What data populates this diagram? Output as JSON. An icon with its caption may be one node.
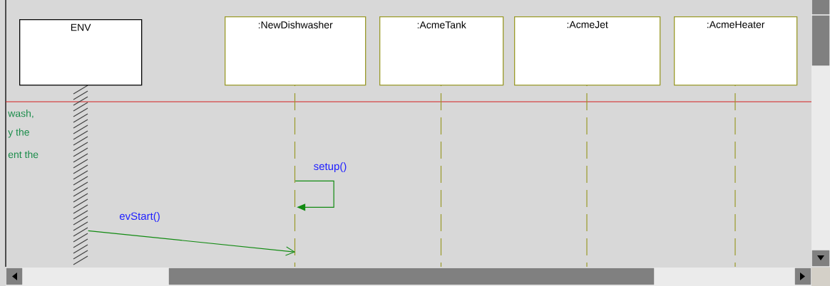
{
  "diagram": {
    "nodes": [
      {
        "text": [
          "ENV"
        ]
      },
      {
        "text": [
          ":NewDishwasher"
        ]
      },
      {
        "text": [
          ":AcmeTank"
        ]
      },
      {
        "text": [
          ":AcmeJet"
        ]
      },
      {
        "text": [
          ":AcmeHeater"
        ]
      }
    ],
    "edges": [
      {
        "from": 0,
        "to": 1,
        "arrow": "to",
        "label": "evStart()"
      },
      {
        "from": 1,
        "to": 1,
        "arrow": "to",
        "label": "setup()"
      }
    ],
    "labels": [
      "wash,",
      "y the",
      "ent the"
    ]
  }
}
